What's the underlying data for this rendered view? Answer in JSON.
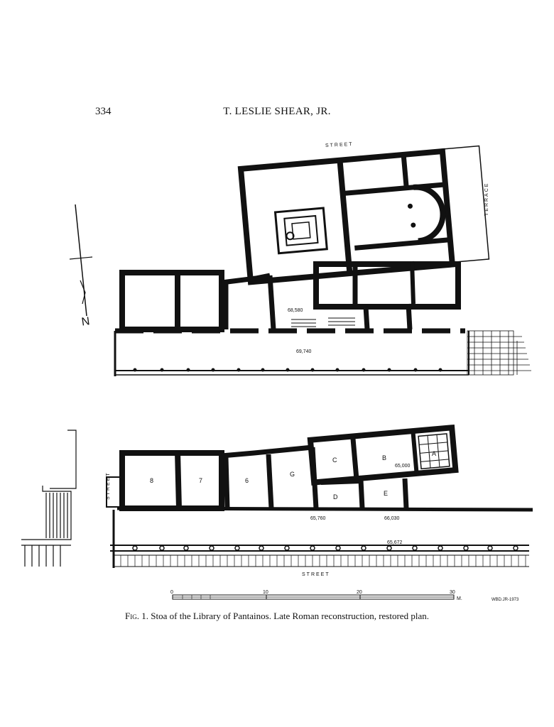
{
  "header": {
    "page_number": "334",
    "running_head": "T. LESLIE SHEAR, JR."
  },
  "plan": {
    "north_label": "N",
    "upper": {
      "street_label": "STREET",
      "terrace_label": "TERRACE",
      "elevations": [
        "68,580",
        "69,740"
      ]
    },
    "lower": {
      "street_side_label": "STREET",
      "street_bottom_label": "STREET",
      "rooms": [
        "8",
        "7",
        "6",
        "G",
        "C",
        "B",
        "A",
        "D",
        "E"
      ],
      "elevations": [
        "65,000",
        "65,760",
        "66,030",
        "65,672"
      ]
    },
    "scale": {
      "ticks": [
        "0",
        "10",
        "20",
        "30"
      ],
      "unit": "M."
    },
    "credit": "WBD.JR-1973"
  },
  "caption": {
    "fig_label": "Fig. 1.",
    "text": "Stoa of the Library of Pantainos. Late Roman reconstruction, restored plan."
  }
}
